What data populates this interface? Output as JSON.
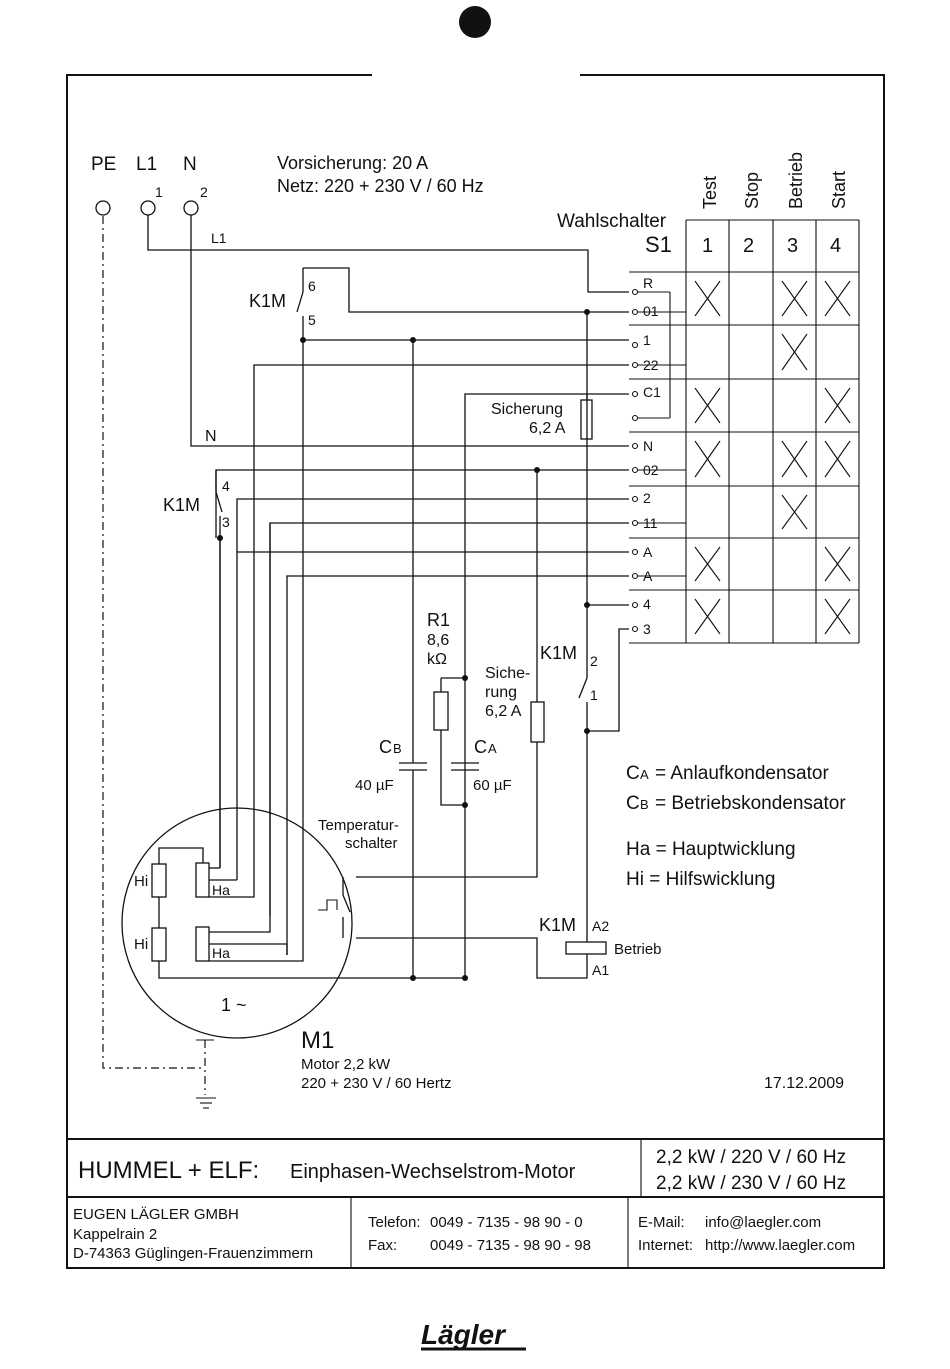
{
  "terminals": {
    "pe": "PE",
    "l1": "L1",
    "n": "N",
    "num_1": "1",
    "num_2": "2",
    "wire_l1": "L1",
    "wire_n": "N"
  },
  "supply": {
    "fuse": "Vorsicherung:  20 A",
    "net": "Netz:  220 + 230 V / 60 Hz"
  },
  "selector": {
    "title": "Wahlschalter",
    "s1": "S1",
    "columns": [
      "Test",
      "Stop",
      "Betrieb",
      "Start"
    ],
    "numbers": [
      "1",
      "2",
      "3",
      "4"
    ],
    "contacts": [
      "R",
      "01",
      "1",
      "22",
      "C1",
      "",
      "N",
      "02",
      "2",
      "11",
      "A",
      "A",
      "4",
      "3"
    ],
    "matrix_marks": [
      [
        true,
        false,
        true,
        true
      ],
      [
        false,
        false,
        true,
        false
      ],
      [
        true,
        false,
        false,
        true
      ],
      [
        true,
        false,
        true,
        true
      ],
      [
        false,
        false,
        true,
        false
      ],
      [
        true,
        false,
        false,
        true
      ],
      [
        true,
        false,
        false,
        true
      ]
    ]
  },
  "contactor": {
    "k1m_a": "K1M",
    "a6": "6",
    "a5": "5",
    "k1m_b": "K1M",
    "b4": "4",
    "b3": "3",
    "k1m_c": "K1M",
    "c2": "2",
    "c1": "1",
    "k1m_coil": "K1M",
    "a2": "A2",
    "a1": "A1",
    "coil_label": "Betrieb"
  },
  "components": {
    "fuse1_l1": "Sicherung",
    "fuse1_l2": "6,2 A",
    "r1_name": "R1",
    "r1_v1": "8,6",
    "r1_v2": "kΩ",
    "fuse2_l1": "Siche-",
    "fuse2_l2": "rung",
    "fuse2_l3": "6,2 A",
    "cb": "C",
    "cb_sub": "B",
    "cb_val": "40 µF",
    "ca": "C",
    "ca_sub": "A",
    "ca_val": "60 µF",
    "temp_l1": "Temperatur-",
    "temp_l2": "schalter"
  },
  "motor": {
    "hi1": "Hi",
    "hi2": "Hi",
    "ha1": "Ha",
    "ha2": "Ha",
    "phase": "1 ~",
    "name": "M1",
    "desc1": "Motor 2,2 kW",
    "desc2": "220 + 230 V / 60 Hertz"
  },
  "legend": {
    "ca_sym": "C",
    "ca_sub": "A",
    "ca_text": "= Anlaufkondensator",
    "cb_sym": "C",
    "cb_sub": "B",
    "cb_text": "= Betriebskondensator",
    "ha": "Ha = Hauptwicklung",
    "hi": "Hi  = Hilfswicklung"
  },
  "date": "17.12.2009",
  "title_block": {
    "brand": "HUMMEL + ELF:",
    "subtitle": "Einphasen-Wechselstrom-Motor",
    "rating1": "2,2 kW / 220 V / 60 Hz",
    "rating2": "2,2 kW / 230 V / 60 Hz",
    "company": "EUGEN LÄGLER GMBH",
    "street": "Kappelrain 2",
    "city": "D-74363 Güglingen-Frauenzimmern",
    "tel_label": "Telefon:",
    "tel": "0049 - 7135 - 98 90 - 0",
    "fax_label": "Fax:",
    "fax": "0049 - 7135 - 98 90 - 98",
    "email_label": "E-Mail:",
    "email": "info@laegler.com",
    "web_label": "Internet:",
    "web": "http://www.laegler.com"
  },
  "logo": "Lägler"
}
